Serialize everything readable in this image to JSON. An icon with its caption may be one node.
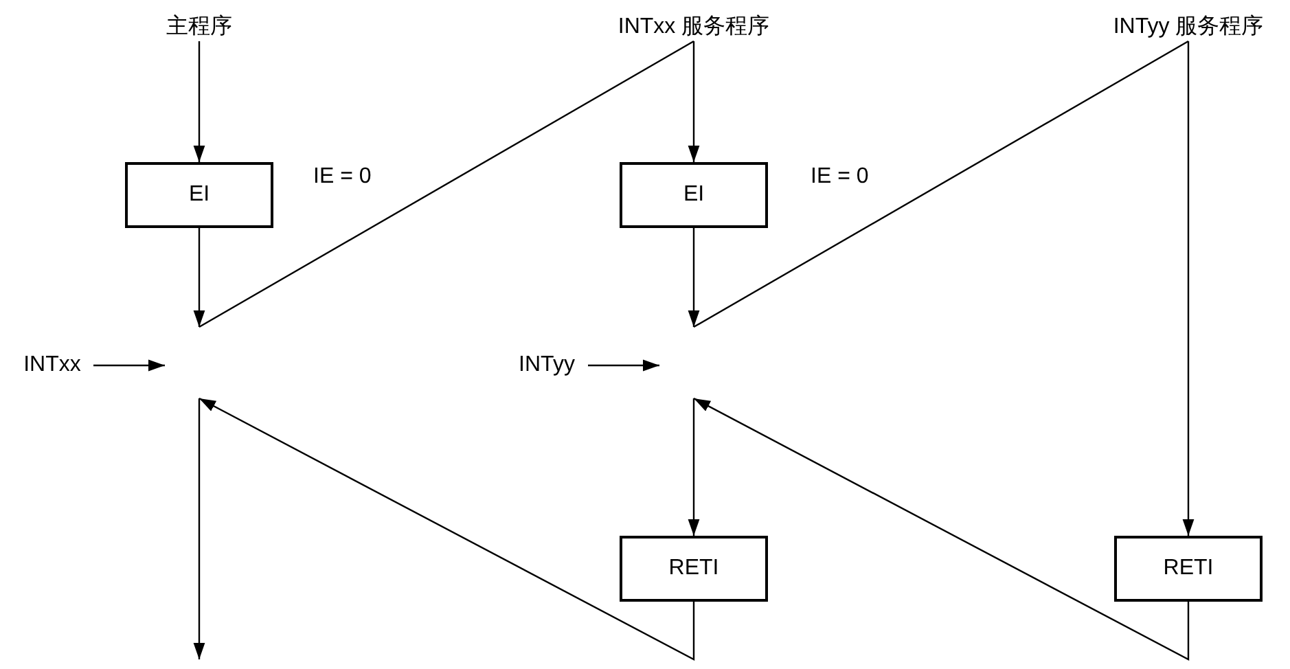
{
  "diagram": {
    "nodes": [
      {
        "text": [
          "主程序"
        ]
      },
      {
        "text": [
          "INTxx 服务程序"
        ]
      },
      {
        "text": [
          "INTyy 服务程序"
        ]
      },
      {
        "text": [
          "EI"
        ]
      },
      {
        "text": [
          "EI"
        ]
      },
      {
        "text": [
          "RETI"
        ]
      },
      {
        "text": [
          "RETI"
        ]
      },
      {
        "text": [
          "INTxx"
        ]
      },
      {
        "text": [
          "INTyy"
        ]
      }
    ],
    "edges": [
      {
        "from": 0,
        "to": 3,
        "arrow": "to"
      },
      {
        "from": 3,
        "to": null,
        "arrow": "to"
      },
      {
        "from": null,
        "to": 1,
        "arrow": "none"
      },
      {
        "from": 1,
        "to": 4,
        "arrow": "to"
      },
      {
        "from": 4,
        "to": null,
        "arrow": "to"
      },
      {
        "from": null,
        "to": 2,
        "arrow": "none"
      },
      {
        "from": 2,
        "to": 6,
        "arrow": "to"
      },
      {
        "from": 6,
        "to": null,
        "arrow": "to"
      },
      {
        "from": null,
        "to": 5,
        "arrow": "to"
      },
      {
        "from": 5,
        "to": null,
        "arrow": "to"
      },
      {
        "from": 7,
        "to": null,
        "arrow": "to"
      },
      {
        "from": 8,
        "to": null,
        "arrow": "to"
      }
    ],
    "labels": [
      "IE = 0",
      "IE = 0"
    ]
  }
}
